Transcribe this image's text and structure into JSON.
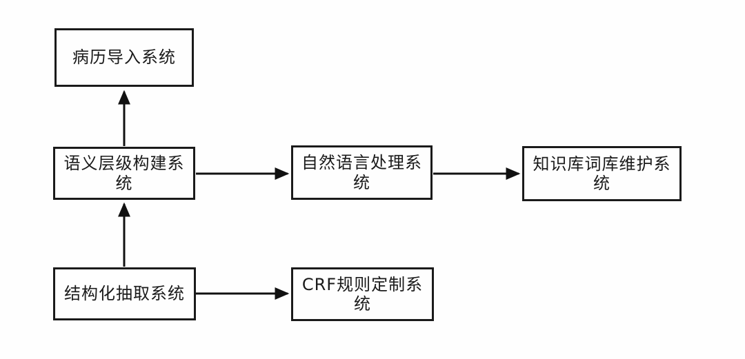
{
  "diagram": {
    "type": "flowchart",
    "background_color": "#fefefe",
    "box_border_color": "#1a1a1a",
    "text_color": "#1a1a1a",
    "arrow_color": "#111111",
    "nodes": [
      {
        "id": "medical-record-import",
        "label": "病历导入系统"
      },
      {
        "id": "semantic-hierarchy-construction",
        "label": "语义层级构建系\n统"
      },
      {
        "id": "structured-extraction",
        "label": "结构化抽取系统"
      },
      {
        "id": "nlp-system",
        "label": "自然语言处理系\n统"
      },
      {
        "id": "kb-lexicon-maintenance",
        "label": "知识库词库维护系\n统"
      },
      {
        "id": "crf-rule-customization",
        "label": "CRF规则定制系\n统"
      }
    ],
    "edges": [
      {
        "from": "semantic-hierarchy-construction",
        "to": "medical-record-import",
        "direction": "up"
      },
      {
        "from": "structured-extraction",
        "to": "semantic-hierarchy-construction",
        "direction": "up"
      },
      {
        "from": "semantic-hierarchy-construction",
        "to": "nlp-system",
        "direction": "right"
      },
      {
        "from": "nlp-system",
        "to": "kb-lexicon-maintenance",
        "direction": "right"
      },
      {
        "from": "structured-extraction",
        "to": "crf-rule-customization",
        "direction": "right"
      }
    ]
  }
}
